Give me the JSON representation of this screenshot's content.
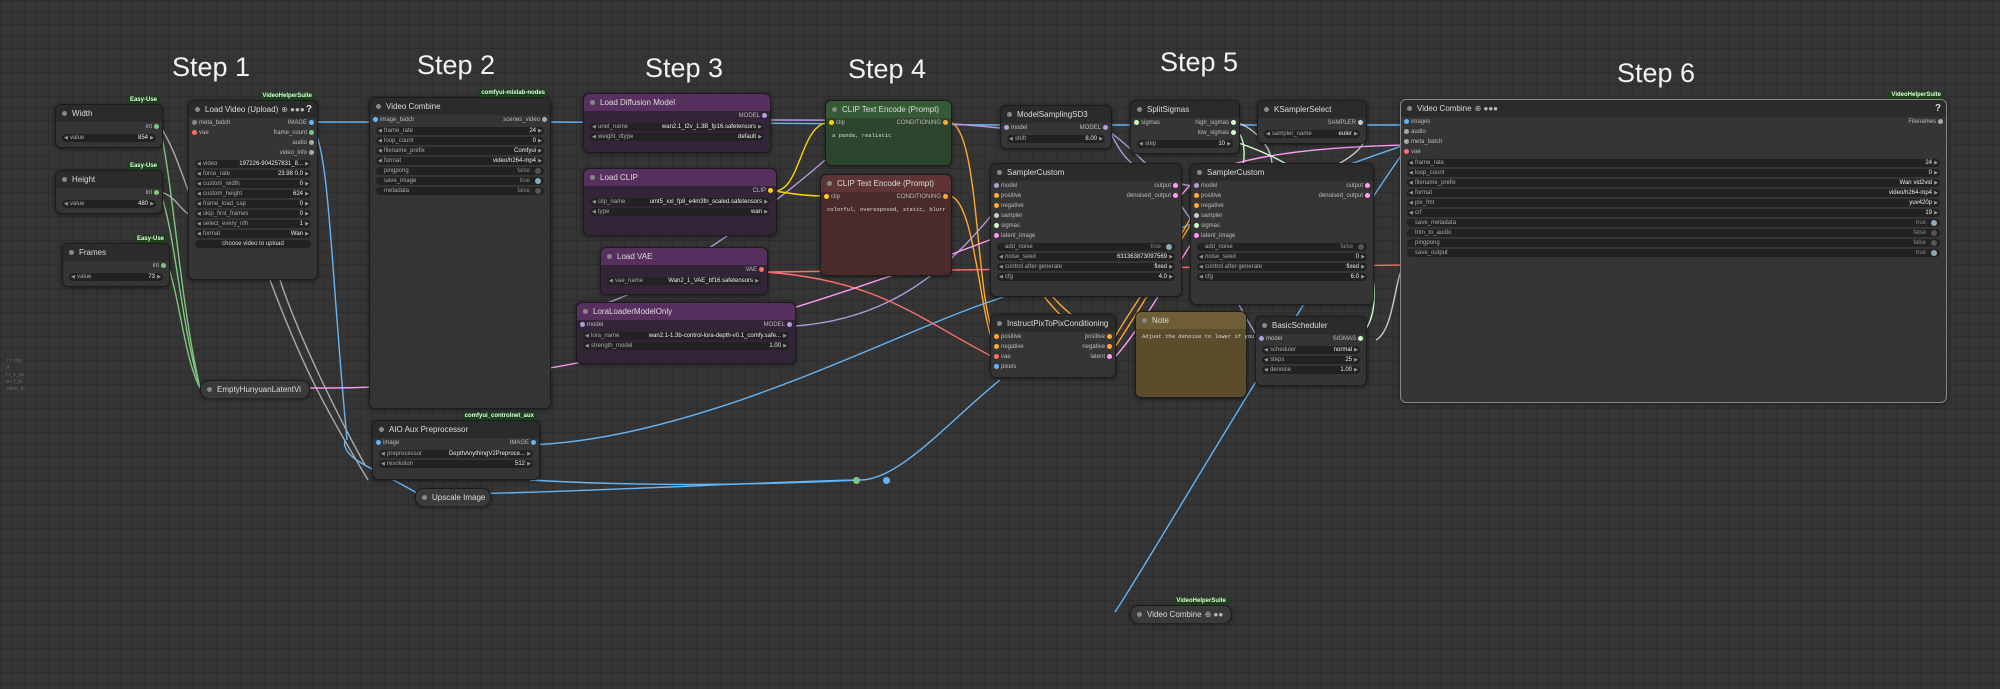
{
  "steps": [
    "Step 1",
    "Step 2",
    "Step 3",
    "Step 4",
    "Step 5",
    "Step 6"
  ],
  "colors": {
    "image": "#64b5f6",
    "latent": "#ff9cf9",
    "model": "#b39ddb",
    "clip": "#ffd500",
    "vae": "#ff6e6e",
    "conditioning": "#ffa931",
    "int": "#7ec87e",
    "sigmas": "#cdffcd"
  },
  "nodes": {
    "width": {
      "badge": "Easy-Use",
      "title": "Width",
      "out": "int",
      "value_label": "value",
      "value": "854"
    },
    "height": {
      "badge": "Easy-Use",
      "title": "Height",
      "out": "int",
      "value_label": "value",
      "value": "480"
    },
    "frames": {
      "badge": "Easy-Use",
      "title": "Frames",
      "out": "int",
      "value_label": "value",
      "value": "73"
    },
    "load_video": {
      "badge": "VideoHelperSuite",
      "title": "Load Video (Upload)",
      "help": "?",
      "extra": "⊕ ●●●",
      "in1": "meta_batch",
      "in2": "vae",
      "out1": "IMAGE",
      "out2": "frame_count",
      "out3": "audio",
      "out4": "video_info",
      "w": [
        {
          "k": "video",
          "v": "197226-904257831_8..."
        },
        {
          "k": "force_rate",
          "v": "23.98  0.0"
        },
        {
          "k": "custom_width",
          "v": "0"
        },
        {
          "k": "custom_height",
          "v": "624"
        },
        {
          "k": "frame_load_cap",
          "v": "0"
        },
        {
          "k": "skip_first_frames",
          "v": "0"
        },
        {
          "k": "select_every_nth",
          "v": "1"
        },
        {
          "k": "format",
          "v": "Wan"
        }
      ],
      "button": "choose video to upload"
    },
    "empty_latent": {
      "title": "EmptyHunyuanLatentVi"
    },
    "video_combine_1": {
      "badge": "comfyui-mixlab-nodes",
      "title": "Video Combine",
      "in1": "image_batch",
      "out1": "scenes_video",
      "w": [
        {
          "k": "frame_rate",
          "v": "24"
        },
        {
          "k": "loop_count",
          "v": "0"
        },
        {
          "k": "filename_prefix",
          "v": "Comfyui"
        },
        {
          "k": "format",
          "v": "video/h264-mp4"
        }
      ],
      "toggles": [
        {
          "k": "pingpong",
          "v": "false"
        },
        {
          "k": "save_image",
          "v": "true"
        },
        {
          "k": "metadata",
          "v": "false"
        }
      ]
    },
    "aio_aux": {
      "badge": "comfyui_controlnet_aux",
      "title": "AIO Aux Preprocessor",
      "in1": "image",
      "out1": "IMAGE",
      "w": [
        {
          "k": "preprocessor",
          "v": "DepthAnythingV2Preproce..."
        },
        {
          "k": "resolution",
          "v": "512"
        }
      ]
    },
    "upscale": {
      "title": "Upscale Image"
    },
    "load_diffusion": {
      "title": "Load Diffusion Model",
      "out1": "MODEL",
      "w": [
        {
          "k": "unet_name",
          "v": "wan2.1_t2v_1.3B_fp16.safetensors"
        },
        {
          "k": "weight_dtype",
          "v": "default"
        }
      ]
    },
    "load_clip": {
      "title": "Load CLIP",
      "out1": "CLIP",
      "w": [
        {
          "k": "clip_name",
          "v": "umt5_xxl_fp8_e4m3fn_scaled.safetensors"
        },
        {
          "k": "type",
          "v": "wan"
        }
      ]
    },
    "load_vae": {
      "title": "Load VAE",
      "out1": "VAE",
      "w": [
        {
          "k": "vae_name",
          "v": "Wan2_1_VAE_bf16.safetensors"
        }
      ]
    },
    "lora": {
      "title": "LoraLoaderModelOnly",
      "in1": "model",
      "out1": "MODEL",
      "w": [
        {
          "k": "lora_name",
          "v": "wan2.1-1.3b-control-lora-depth-v0.1_comfy.safe..."
        },
        {
          "k": "strength_model",
          "v": "1.00"
        }
      ]
    },
    "clip_pos": {
      "title": "CLIP Text Encode (Prompt)",
      "in1": "clip",
      "out1": "CONDITIONING",
      "text": "a panda, realistic"
    },
    "clip_neg": {
      "title": "CLIP Text Encode (Prompt)",
      "in1": "clip",
      "out1": "CONDITIONING",
      "text": "colorful, overexposed, static, blurred details, subtitles, style, artwork, painting, picture, still, overall grayish, worst quality, low quality, JPEG compression residue, ugly, incomplete, extra fingers, poorly drawn hands, poorly drawn faces, deformed, disfigured, malformed limbs, fused fingers, still picture, cluttered background, three legs, many people in the background, walking backwards"
    },
    "model_sampling": {
      "title": "ModelSamplingSD3",
      "in1": "model",
      "out1": "MODEL",
      "w": [
        {
          "k": "shift",
          "v": "8.00"
        }
      ]
    },
    "split_sigmas": {
      "title": "SplitSigmas",
      "in1": "sigmas",
      "out1": "high_sigmas",
      "out2": "low_sigmas",
      "w": [
        {
          "k": "step",
          "v": "10"
        }
      ]
    },
    "ksampler_select": {
      "title": "KSamplerSelect",
      "out1": "SAMPLER",
      "w": [
        {
          "k": "sampler_name",
          "v": "euler"
        }
      ]
    },
    "sampler_custom_1": {
      "title": "SamplerCustom",
      "ins": [
        "model",
        "positive",
        "negative",
        "sampler",
        "sigmas",
        "latent_image"
      ],
      "out1": "output",
      "out2": "denoised_output",
      "toggle": {
        "k": "add_noise",
        "v": "true"
      },
      "w": [
        {
          "k": "noise_seed",
          "v": "631363873097569"
        },
        {
          "k": "control after generate",
          "v": "fixed"
        },
        {
          "k": "cfg",
          "v": "4.0"
        }
      ]
    },
    "sampler_custom_2": {
      "title": "SamplerCustom",
      "ins": [
        "model",
        "positive",
        "negative",
        "sampler",
        "sigmas",
        "latent_image"
      ],
      "out1": "output",
      "out2": "denoised_output",
      "toggle": {
        "k": "add_noise",
        "v": "false"
      },
      "w": [
        {
          "k": "noise_seed",
          "v": "0"
        },
        {
          "k": "control after generate",
          "v": "fixed"
        },
        {
          "k": "cfg",
          "v": "6.0"
        }
      ]
    },
    "instruct_pix": {
      "title": "InstructPixToPixConditioning",
      "ins": [
        "positive",
        "negative",
        "vae",
        "pixels"
      ],
      "outs": [
        "positive",
        "negative",
        "latent"
      ]
    },
    "note": {
      "title": "Note",
      "text": "Adjust the denoise to lower if you want"
    },
    "basic_scheduler": {
      "title": "BasicScheduler",
      "in1": "model",
      "out1": "SIGMAS",
      "w": [
        {
          "k": "scheduler",
          "v": "normal"
        },
        {
          "k": "steps",
          "v": "25"
        },
        {
          "k": "denoise",
          "v": "1.00"
        }
      ]
    },
    "video_combine_main": {
      "badge": "VideoHelperSuite",
      "title": "Video Combine",
      "extra": "⊕ ●●●",
      "help": "?",
      "ins": [
        "images",
        "audio",
        "meta_batch",
        "vae"
      ],
      "out1": "Filenames",
      "w": [
        {
          "k": "frame_rate",
          "v": "24"
        },
        {
          "k": "loop_count",
          "v": "0"
        },
        {
          "k": "filename_prefix",
          "v": "Wan vid2vid"
        },
        {
          "k": "format",
          "v": "video/h264-mp4"
        },
        {
          "k": "pix_fmt",
          "v": "yuv420p"
        },
        {
          "k": "crf",
          "v": "19"
        }
      ],
      "toggles": [
        {
          "k": "save_metadata",
          "v": "true"
        },
        {
          "k": "trim_to_audio",
          "v": "false"
        },
        {
          "k": "pingpong",
          "v": "false"
        },
        {
          "k": "save_output",
          "v": "true"
        }
      ]
    },
    "video_combine_small": {
      "badge": "VideoHelperSuite",
      "title": "Video Combine",
      "extra": "⊕ ●●"
    }
  },
  "side_label": {
    "lines": [
      "c r vide",
      "rf",
      "f r_e_se",
      "w r f_fo",
      "video_in"
    ]
  }
}
